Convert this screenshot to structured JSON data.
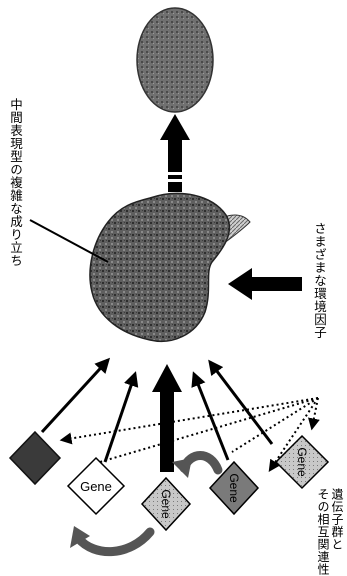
{
  "labels": {
    "intermediate_phenotype": "中間表現型の複雑な成り立ち",
    "environmental_factors": "さまざまな環境因子",
    "gene_interaction_line1": "遺伝子群と",
    "gene_interaction_line2": "その相互関連性"
  },
  "genes": [
    {
      "label": "",
      "fill": "#3a3a3a"
    },
    {
      "label": "Gene",
      "fill": "#ffffff"
    },
    {
      "label": "Gene",
      "fill": "#8a8a8a"
    },
    {
      "label": "Gene",
      "fill": "#7a7a7a"
    },
    {
      "label": "Gene",
      "fill": "#b8b8b8"
    }
  ],
  "colors": {
    "phenotype_fill": "#5a5a5a",
    "outcome_fill": "#6e6e6e",
    "arrow": "#000000"
  }
}
